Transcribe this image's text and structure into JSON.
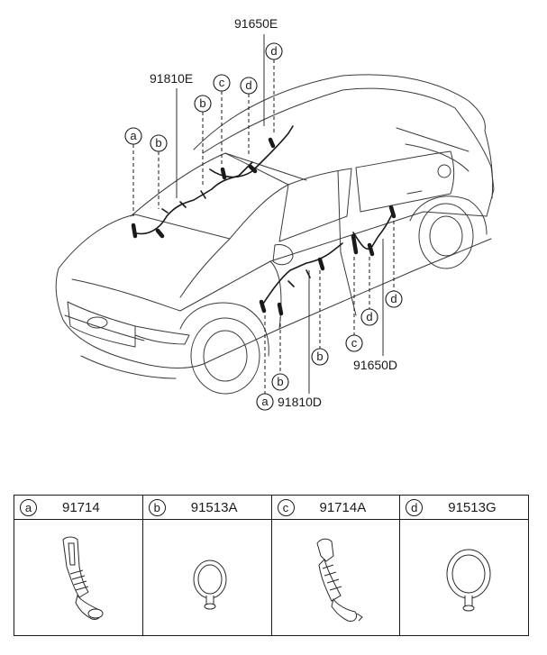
{
  "diagram": {
    "part_labels": {
      "p91650E": "91650E",
      "p91810E": "91810E",
      "p91650D": "91650D",
      "p91810D": "91810D"
    },
    "callouts": {
      "a": "a",
      "b": "b",
      "c": "c",
      "d": "d"
    }
  },
  "table": {
    "cells": [
      {
        "letter": "a",
        "code": "91714",
        "icon": "grommet-boot-icon"
      },
      {
        "letter": "b",
        "code": "91513A",
        "icon": "round-grommet-icon"
      },
      {
        "letter": "c",
        "code": "91714A",
        "icon": "grommet-boot-icon"
      },
      {
        "letter": "d",
        "code": "91513G",
        "icon": "round-grommet-icon"
      }
    ]
  }
}
